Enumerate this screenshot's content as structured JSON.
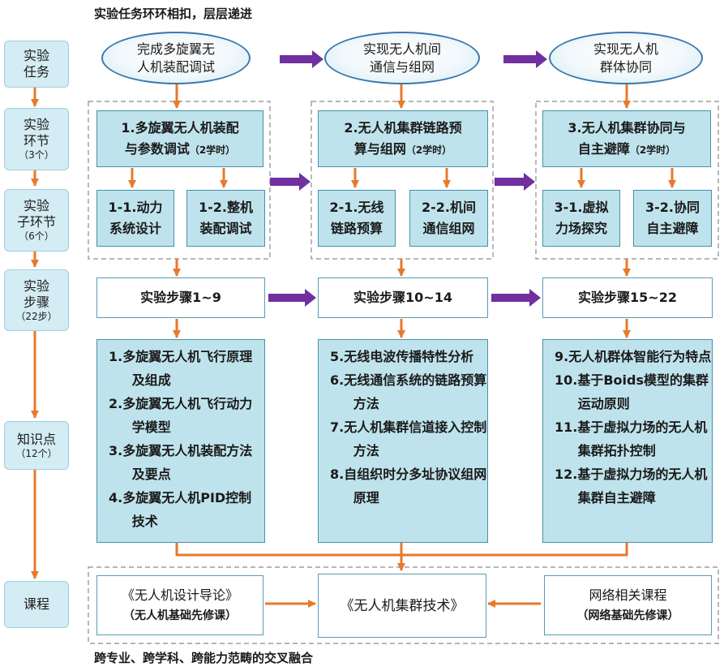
{
  "captions": {
    "top": "实验任务环环相扣，层层递进",
    "bottom": "跨专业、跨学科、跨能力范畴的交叉融合"
  },
  "row_labels": [
    {
      "text": "实验\n任务",
      "sub": ""
    },
    {
      "text": "实验\n环节",
      "sub": "（3个）"
    },
    {
      "text": "实验\n子环节",
      "sub": "（6个）"
    },
    {
      "text": "实验\n步骤",
      "sub": "（22步）"
    },
    {
      "text": "知识点",
      "sub": "（12个）"
    },
    {
      "text": "课程",
      "sub": ""
    }
  ],
  "tasks": [
    "完成多旋翼无\n人机装配调试",
    "实现无人机间\n通信与组网",
    "实现无人机\n群体协同"
  ],
  "stages": [
    {
      "title": "1.多旋翼无人机装配\n与参数调试",
      "hours": "（2学时）"
    },
    {
      "title": "2.无人机集群链路预\n算与组网",
      "hours": "（2学时）"
    },
    {
      "title": "3.无人机集群协同与\n自主避障",
      "hours": "（2学时）"
    }
  ],
  "substages": [
    "1-1.动力\n系统设计",
    "1-2.整机\n装配调试",
    "2-1.无线\n链路预算",
    "2-2.机间\n通信组网",
    "3-1.虚拟\n力场探究",
    "3-2.协同\n自主避障"
  ],
  "steps": [
    "实验步骤1~9",
    "实验步骤10~14",
    "实验步骤15~22"
  ],
  "knowledge": [
    [
      "1.多旋翼无人机飞行原理及组成",
      "2.多旋翼无人机飞行动力学模型",
      "3.多旋翼无人机装配方法及要点",
      "4.多旋翼无人机PID控制技术"
    ],
    [
      "5.无线电波传播特性分析",
      "6.无线通信系统的链路预算方法",
      "7.无人机集群信道接入控制方法",
      "8.自组织时分多址协议组网原理"
    ],
    [
      "9.无人机群体智能行为特点",
      "10.基于Boids模型的集群运动原则",
      "11.基于虚拟力场的无人机集群拓扑控制",
      "12.基于虚拟力场的无人机集群自主避障"
    ]
  ],
  "courses": {
    "left": {
      "name": "《无人机设计导论》",
      "note": "（无人机基础先修课）"
    },
    "center": {
      "name": "《无人机集群技术》"
    },
    "right": {
      "name": "网络相关课程",
      "note": "（网络基础先修课）"
    }
  },
  "colors": {
    "orange": "#e8792b",
    "purple": "#7030a0",
    "box_fill": "#bfe3ec",
    "label_fill": "#d4ecf3",
    "dash": "#8c8c8c"
  }
}
